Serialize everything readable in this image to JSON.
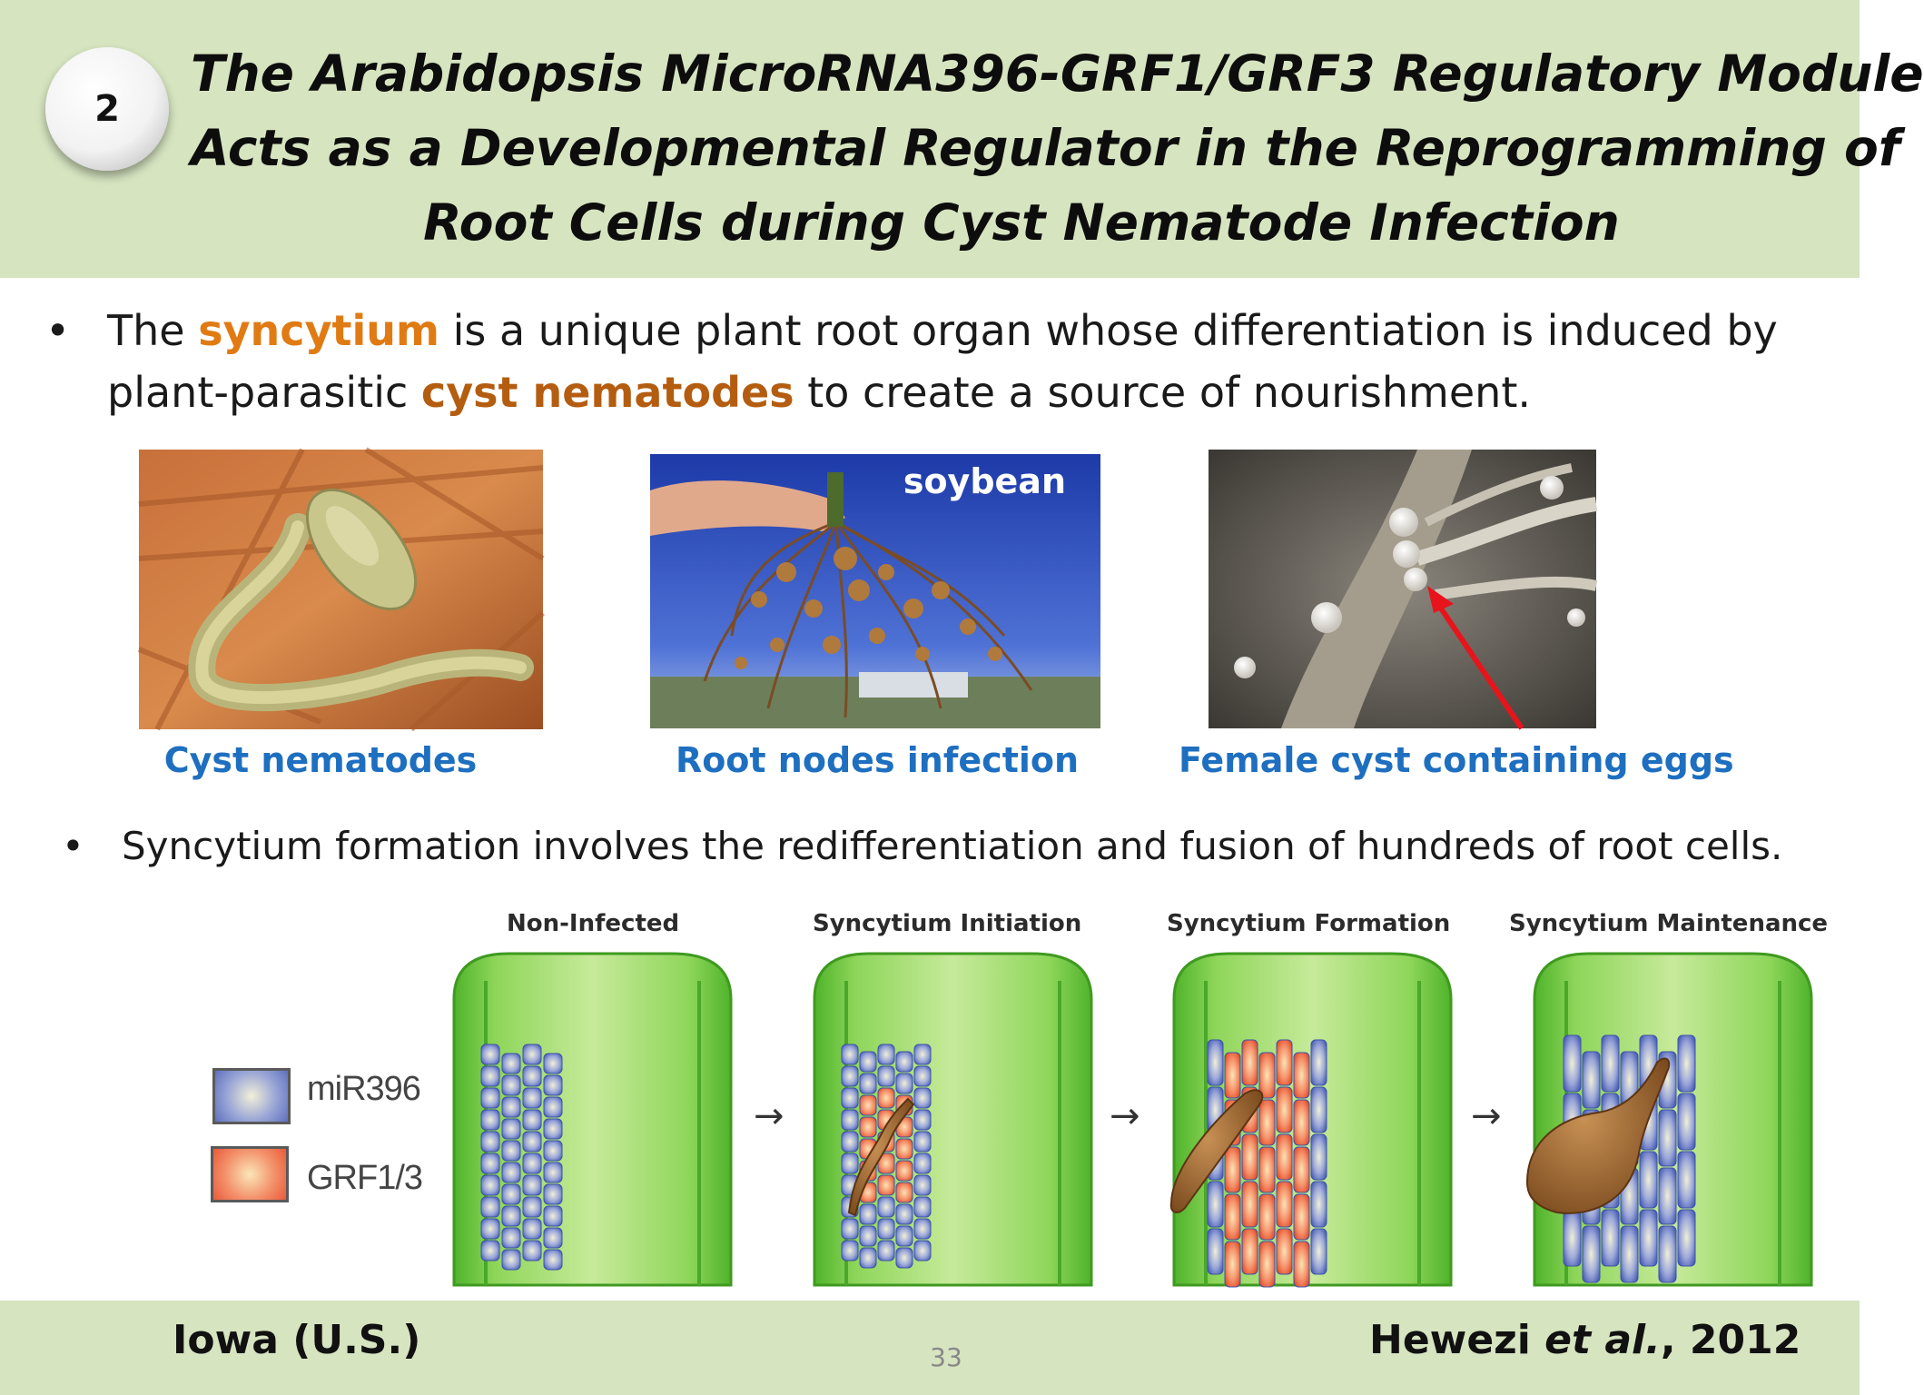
{
  "slide": {
    "badge_number": "2",
    "title_lines": [
      "The Arabidopsis MicroRNA396-GRF1/GRF3 Regulatory Module",
      "Acts as a Developmental Regulator in the Reprogramming of",
      "Root Cells during Cyst Nematode Infection"
    ],
    "bullet1": {
      "part1": "The ",
      "highlight1": "syncytium",
      "part2": " is a unique plant root organ whose differentiation is induced by plant-parasitic ",
      "highlight2": "cyst nematodes",
      "part3": " to create a source of nourishment."
    },
    "photos": [
      {
        "caption": "Cyst nematodes",
        "overlay": ""
      },
      {
        "caption": "Root nodes infection",
        "overlay": "soybean"
      },
      {
        "caption": "Female cyst containing eggs",
        "overlay": ""
      }
    ],
    "bullet2": "Syncytium formation involves the redifferentiation and fusion of hundreds of root cells.",
    "diagram": {
      "stages": [
        "Non-Infected",
        "Syncytium Initiation",
        "Syncytium Formation",
        "Syncytium Maintenance"
      ],
      "legend": [
        {
          "label": "miR396",
          "color": "#6f7fc0"
        },
        {
          "label": "GRF1/3",
          "color": "#ef6e48"
        }
      ],
      "arrow": "→"
    },
    "footer": {
      "left": "Iowa (U.S.)",
      "right_name": "Hewezi ",
      "right_italic": "et al.",
      "right_year": ", 2012",
      "page_number": "33"
    },
    "colors": {
      "header_bg": "#d6e4c0",
      "highlight_syncytium": "#e07b14",
      "highlight_cyst": "#b45d10",
      "caption": "#1e6fc0"
    }
  }
}
